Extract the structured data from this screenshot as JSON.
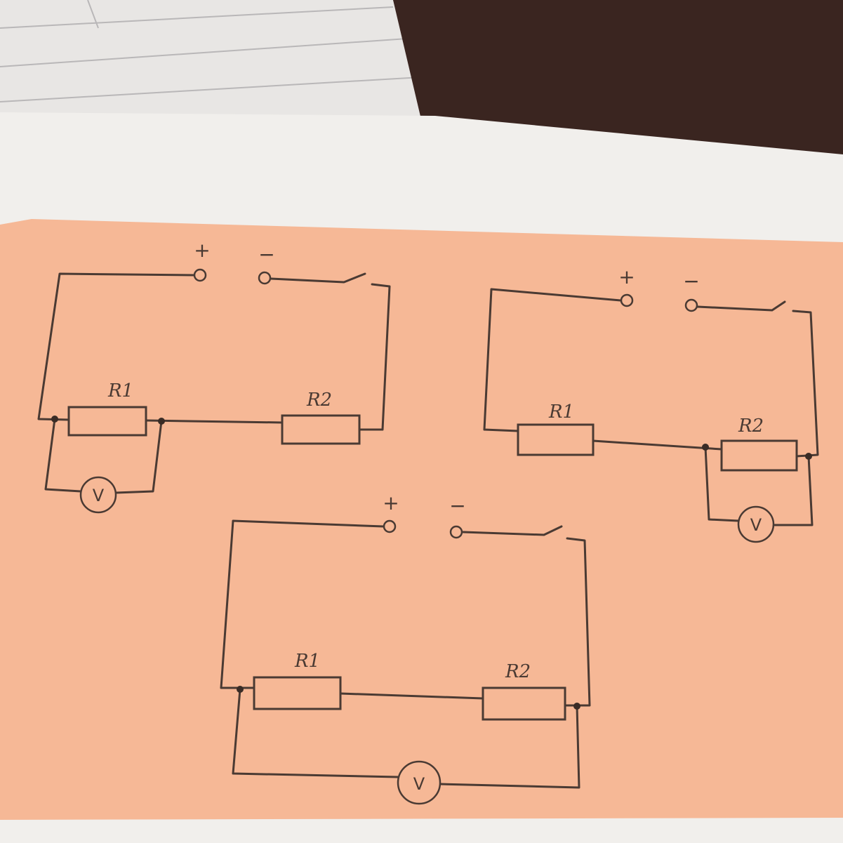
{
  "circuits": [
    {
      "plus": "+",
      "minus": "−",
      "r1": "R1",
      "r2": "R2",
      "meter": "V"
    },
    {
      "plus": "+",
      "minus": "−",
      "r1": "R1",
      "r2": "R2",
      "meter": "V"
    },
    {
      "plus": "+",
      "minus": "−",
      "r1": "R1",
      "r2": "R2",
      "meter": "V"
    }
  ],
  "colors": {
    "panel": "#f6b896",
    "ink": "#4a3a33",
    "page": "#f1efec"
  }
}
